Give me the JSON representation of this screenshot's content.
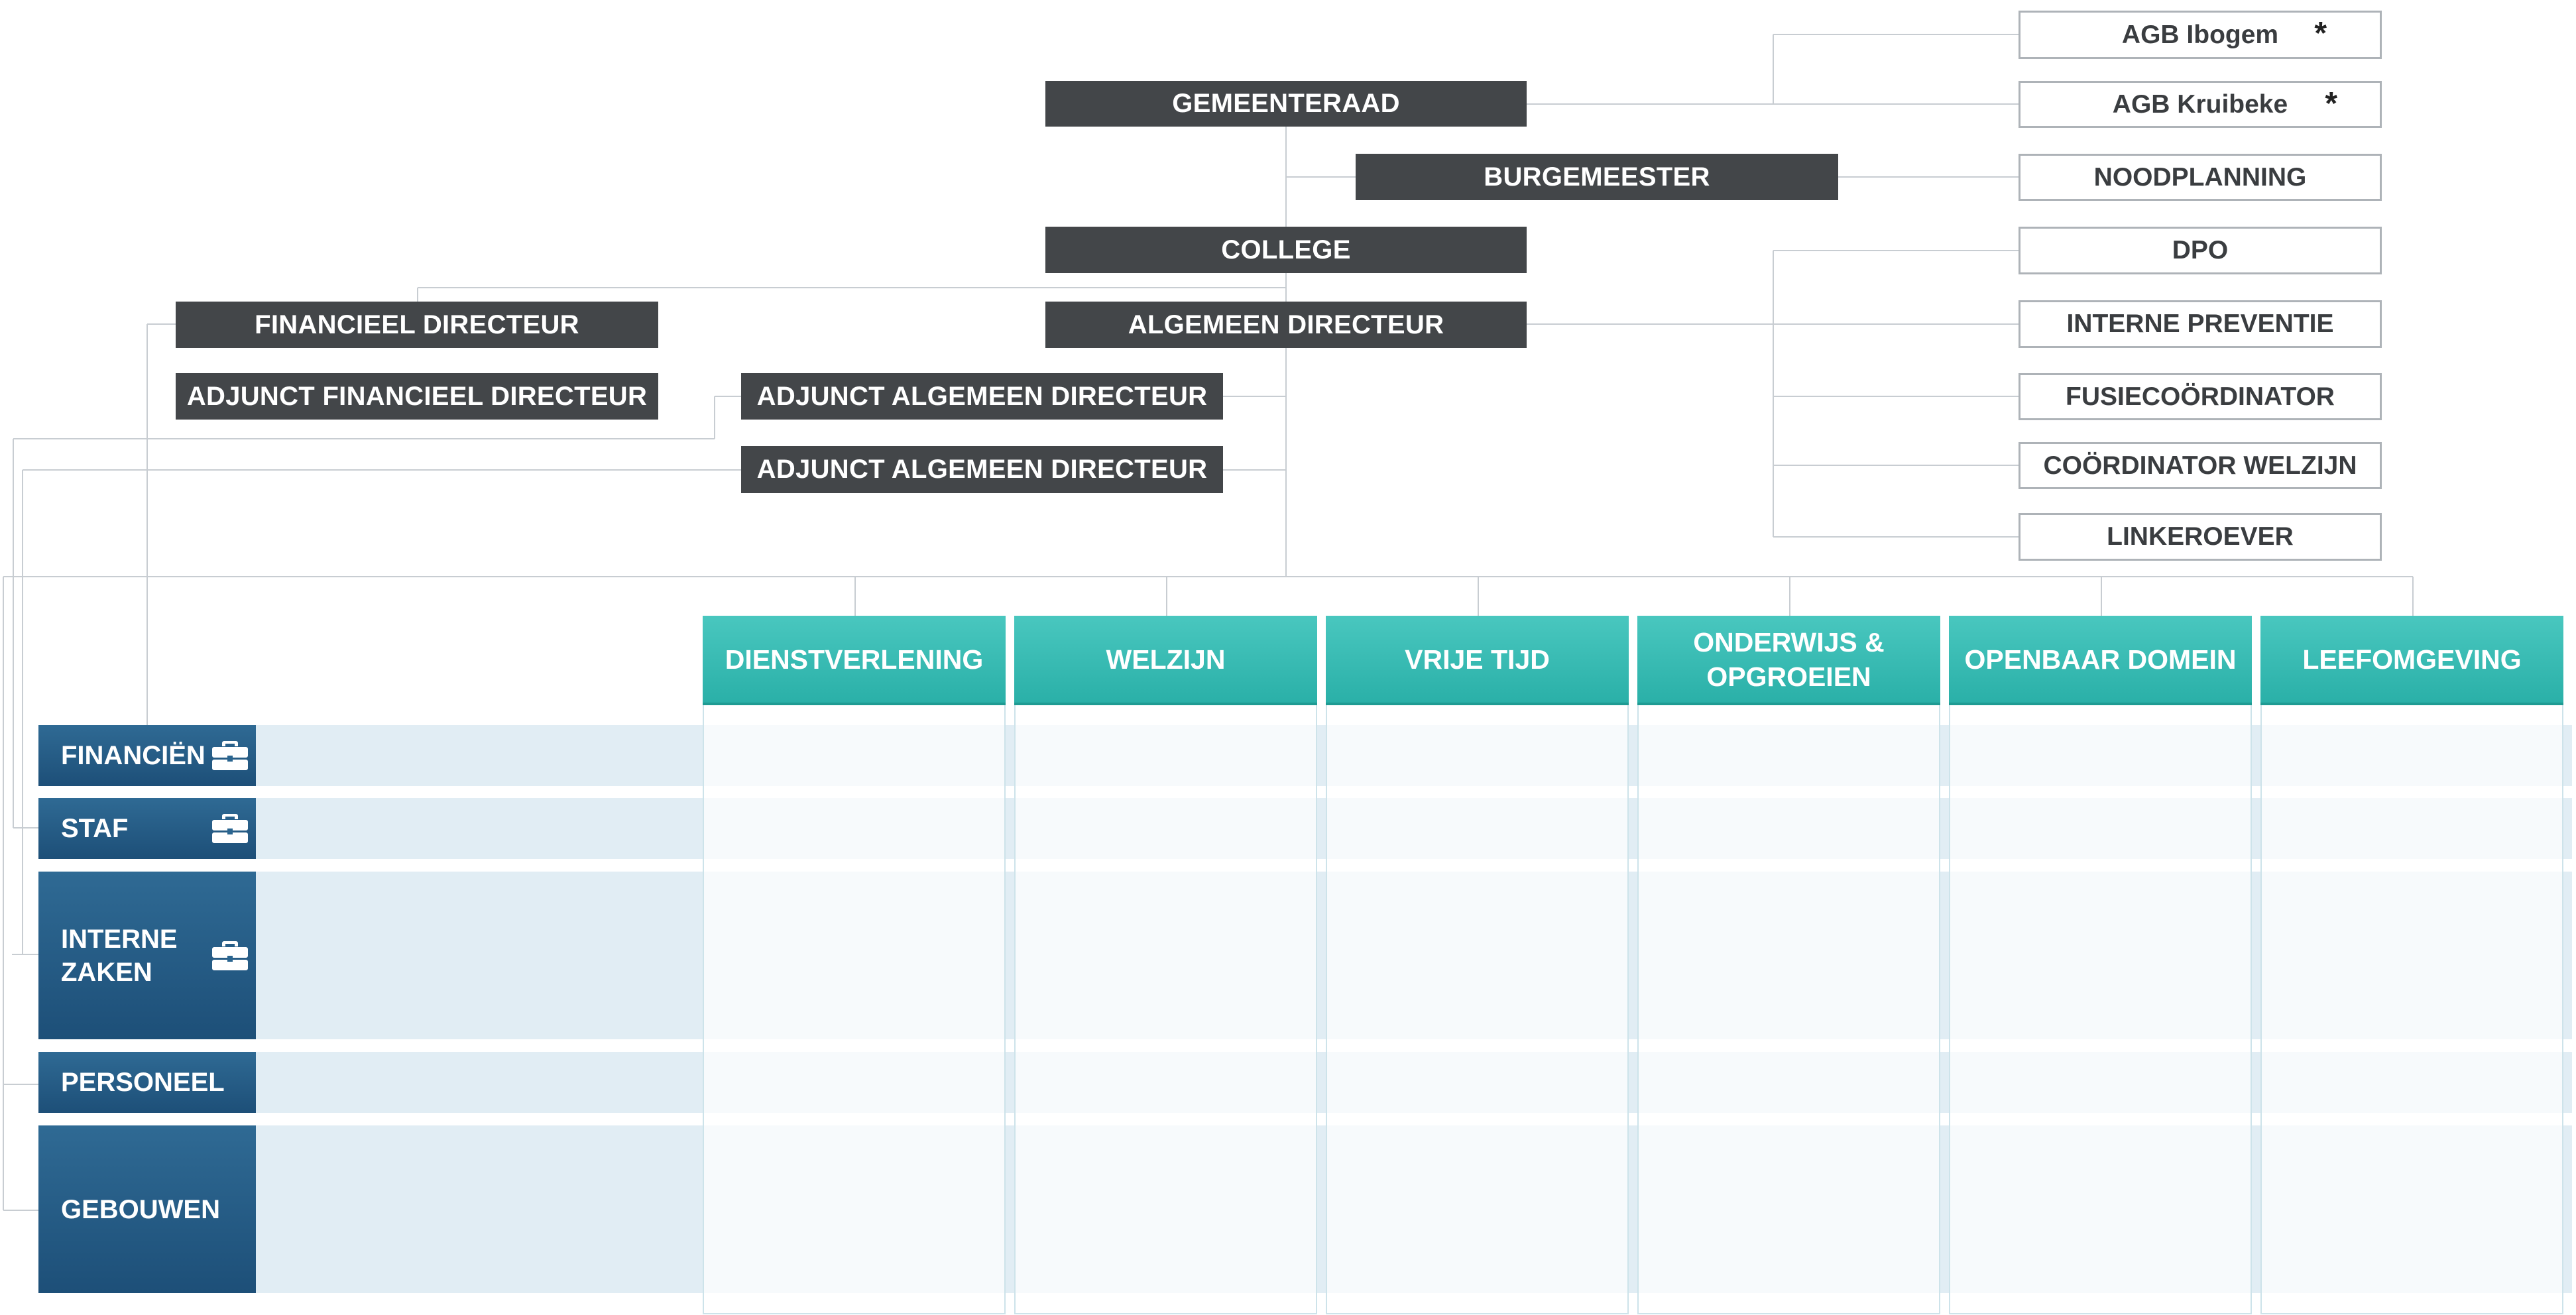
{
  "council": {
    "gemeenteraad": "GEMEENTERAAD",
    "burgemeester": "BURGEMEESTER",
    "college": "COLLEGE",
    "algemeen_directeur": "ALGEMEEN DIRECTEUR",
    "financieel_directeur": "FINANCIEEL DIRECTEUR",
    "adjunct_financieel_directeur": "ADJUNCT FINANCIEEL DIRECTEUR",
    "adjunct_algemeen_directeur_1": "ADJUNCT ALGEMEEN DIRECTEUR",
    "adjunct_algemeen_directeur_2": "ADJUNCT ALGEMEEN DIRECTEUR"
  },
  "side_units": [
    {
      "label": "AGB Ibogem",
      "star": "*"
    },
    {
      "label": "AGB Kruibeke",
      "star": "*"
    },
    {
      "label": "NOODPLANNING",
      "star": ""
    },
    {
      "label": "DPO",
      "star": ""
    },
    {
      "label": "INTERNE PREVENTIE",
      "star": ""
    },
    {
      "label": "FUSIECOÖRDINATOR",
      "star": ""
    },
    {
      "label": "COÖRDINATOR WELZIJN",
      "star": ""
    },
    {
      "label": "LINKEROEVER",
      "star": ""
    }
  ],
  "domains": [
    {
      "line1": "DIENSTVERLENING",
      "line2": ""
    },
    {
      "line1": "WELZIJN",
      "line2": ""
    },
    {
      "line1": "VRIJE TIJD",
      "line2": ""
    },
    {
      "line1": "ONDERWIJS &",
      "line2": "OPGROEIEN"
    },
    {
      "line1": "OPENBAAR DOMEIN",
      "line2": ""
    },
    {
      "line1": "LEEFOMGEVING",
      "line2": ""
    }
  ],
  "support_services": [
    {
      "line1": "FINANCIËN",
      "line2": "",
      "icon": "briefcase-icon"
    },
    {
      "line1": "STAF",
      "line2": "",
      "icon": "briefcase-icon"
    },
    {
      "line1": "INTERNE",
      "line2": "ZAKEN",
      "icon": "briefcase-icon"
    },
    {
      "line1": "PERSONEEL",
      "line2": "",
      "icon": ""
    },
    {
      "line1": "GEBOUWEN",
      "line2": "",
      "icon": ""
    }
  ],
  "colors": {
    "dark_box": "#434649",
    "domain_header": "#2ab0a8",
    "support_label": "#1d4f78",
    "band": "#e1edf4",
    "connector": "#c8cdd2"
  }
}
